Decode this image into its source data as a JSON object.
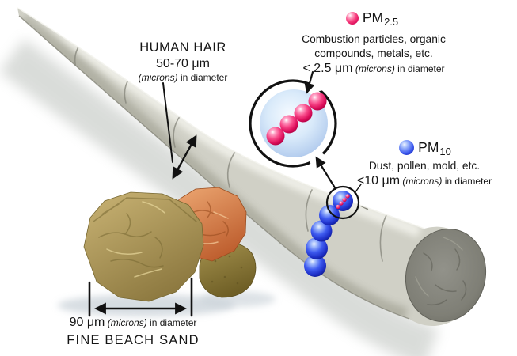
{
  "labels": {
    "human_hair": {
      "title": "HUMAN HAIR",
      "size": "50-70 μm",
      "microns": "(microns)",
      "diameter": " in diameter"
    },
    "pm25": {
      "name": "PM",
      "sub": "2.5",
      "desc1": "Combustion particles, organic",
      "desc2": "compounds, metals, etc.",
      "size": "< 2.5 μm",
      "microns": "(microns)",
      "diameter": " in diameter"
    },
    "pm10": {
      "name": "PM",
      "sub": "10",
      "desc": "Dust, pollen, mold, etc.",
      "size": "<10 μm",
      "microns": "(microns)",
      "diameter": " in diameter"
    },
    "sand": {
      "size": "90 μm",
      "microns": "(microns)",
      "diameter": " in diameter",
      "title": "FINE BEACH SAND"
    }
  },
  "icons": {
    "pm25_dot": "pink-sphere-icon",
    "pm10_dot": "blue-sphere-icon"
  },
  "illustration": {
    "pm25_cluster_count": 4,
    "pm10_chain_count": 5
  },
  "colors": {
    "background": "#ffffff",
    "text": "#151515",
    "line": "#111111",
    "pm25_particle": "#ee1a64",
    "pm10_particle": "#2a46e0",
    "magnified_sphere": "#c7ddf4",
    "hair": "#d0d0c6",
    "hair_cut_face": "#7f7f76",
    "sand_olive": "#b59e5e",
    "sand_orange": "#d07a42",
    "sand_dark_olive": "#8a7a38"
  }
}
